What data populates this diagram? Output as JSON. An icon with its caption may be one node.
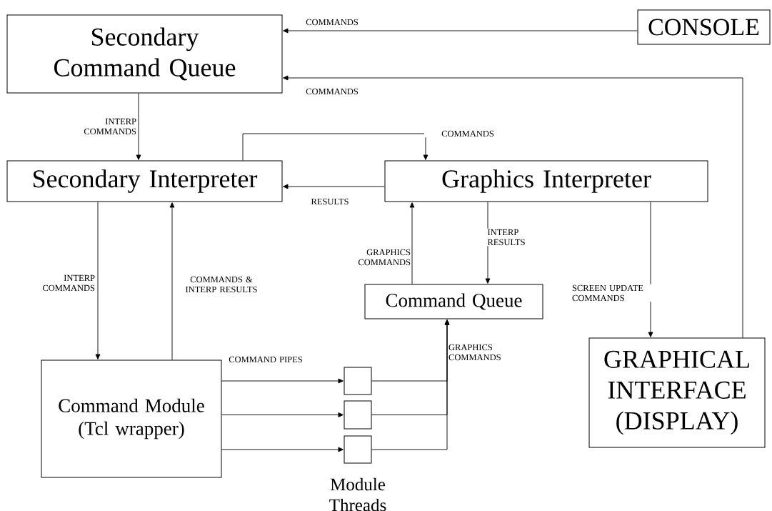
{
  "diagram": {
    "nodes": [
      {
        "text": [
          "Secondary Command Queue"
        ]
      },
      {
        "text": [
          "CONSOLE"
        ]
      },
      {
        "text": [
          "Secondary Interpreter"
        ]
      },
      {
        "text": [
          "Graphics Interpreter"
        ]
      },
      {
        "text": [
          "Command Queue"
        ]
      },
      {
        "text": [
          "Command Module (Tcl wrapper)"
        ]
      },
      {
        "text": [],
        "shape": "box"
      },
      {
        "text": [],
        "shape": "box"
      },
      {
        "text": [],
        "shape": "box"
      },
      {
        "text": [
          "GRAPHICAL INTERFACE (DISPLAY)"
        ]
      }
    ],
    "edges": [
      {
        "from": 1,
        "to": 0,
        "arrow": "to",
        "label": "COMMANDS"
      },
      {
        "from": 9,
        "to": 0,
        "arrow": "to",
        "label": "COMMANDS"
      },
      {
        "from": 0,
        "to": 2,
        "arrow": "to",
        "label": "INTERP COMMANDS"
      },
      {
        "from": 2,
        "to": 3,
        "arrow": "to",
        "label": "COMMANDS"
      },
      {
        "from": 3,
        "to": 2,
        "arrow": "to",
        "label": "RESULTS"
      },
      {
        "from": 2,
        "to": 5,
        "arrow": "to",
        "label": "INTERP COMMANDS"
      },
      {
        "from": 5,
        "to": 2,
        "arrow": "to",
        "label": "COMMANDS & INTERP RESULTS"
      },
      {
        "from": 4,
        "to": 3,
        "arrow": "to",
        "label": "GRAPHICS COMMANDS"
      },
      {
        "from": 3,
        "to": 4,
        "arrow": "to",
        "label": "INTERP RESULTS"
      },
      {
        "from": 3,
        "to": 9,
        "arrow": "to",
        "label": "SCREEN UPDATE COMMANDS"
      },
      {
        "from": 5,
        "to": 6,
        "arrow": "to",
        "label": "COMMAND PIPES"
      },
      {
        "from": 5,
        "to": 7,
        "arrow": "to"
      },
      {
        "from": 5,
        "to": 8,
        "arrow": "to"
      },
      {
        "from": 6,
        "to": 4,
        "arrow": "to",
        "label": "GRAPHICS COMMANDS"
      },
      {
        "from": 7,
        "to": 4,
        "arrow": "to"
      },
      {
        "from": 8,
        "to": 4,
        "arrow": "to"
      }
    ],
    "labels": [
      "Module Threads"
    ]
  }
}
